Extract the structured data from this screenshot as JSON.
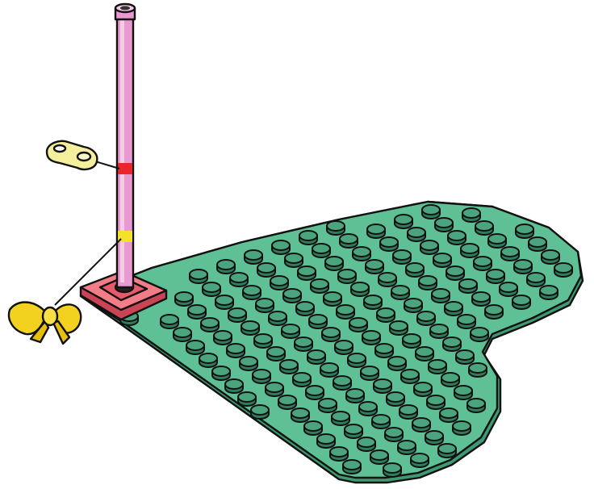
{
  "figure": {
    "description_visible_text": "",
    "parts": [
      {
        "name": "heart-baseplate",
        "color": "#5fbf95",
        "stud_color": "#4aa57e"
      },
      {
        "name": "pink-pole",
        "color": "#e89ad0",
        "highlight": "#f6c9e6"
      },
      {
        "name": "pole-base",
        "color": "#e65a6a",
        "top_color": "#f27d87"
      },
      {
        "name": "clip-piece",
        "color": "#f3ef9c"
      },
      {
        "name": "bow-piece",
        "color": "#f2d21f"
      },
      {
        "name": "red-marker",
        "color": "#e8262a"
      },
      {
        "name": "yellow-marker",
        "color": "#f3e22c"
      }
    ],
    "outline_color": "#111111"
  }
}
